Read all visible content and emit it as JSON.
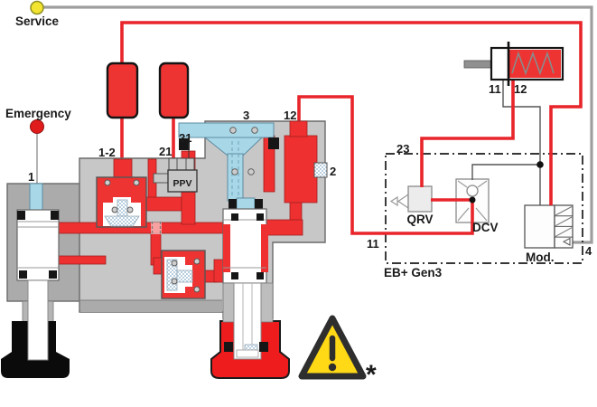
{
  "colors": {
    "line_red": "#e8252a",
    "component_red": "#ee3433",
    "service_yellow": "#f2e430",
    "emergency_red": "#e01b1b",
    "body_gray_light": "#c7c7c7",
    "body_gray_dark": "#ababab",
    "piston_cyan": "#a8d8e8",
    "warning_yellow": "#ffd816"
  },
  "diagram": {
    "couplings": {
      "service_label": "Service",
      "emergency_label": "Emergency"
    },
    "valve": {
      "port_1": "1",
      "port_1_2": "1-2",
      "port_21": "21",
      "port_21_ppv": "21",
      "ppv_label": "PPV",
      "port_3": "3",
      "port_12": "12",
      "port_2": "2"
    },
    "spring_brake": {
      "port_11": "11",
      "port_12": "12"
    },
    "ebs": {
      "box_label": "EB+ Gen3",
      "port_23": "23",
      "line_11": "11",
      "port_4": "4",
      "qrv_label": "QRV",
      "dcv_label": "DCV",
      "mod_label": "Mod."
    },
    "warning": {
      "footnote_marker": "*"
    }
  }
}
